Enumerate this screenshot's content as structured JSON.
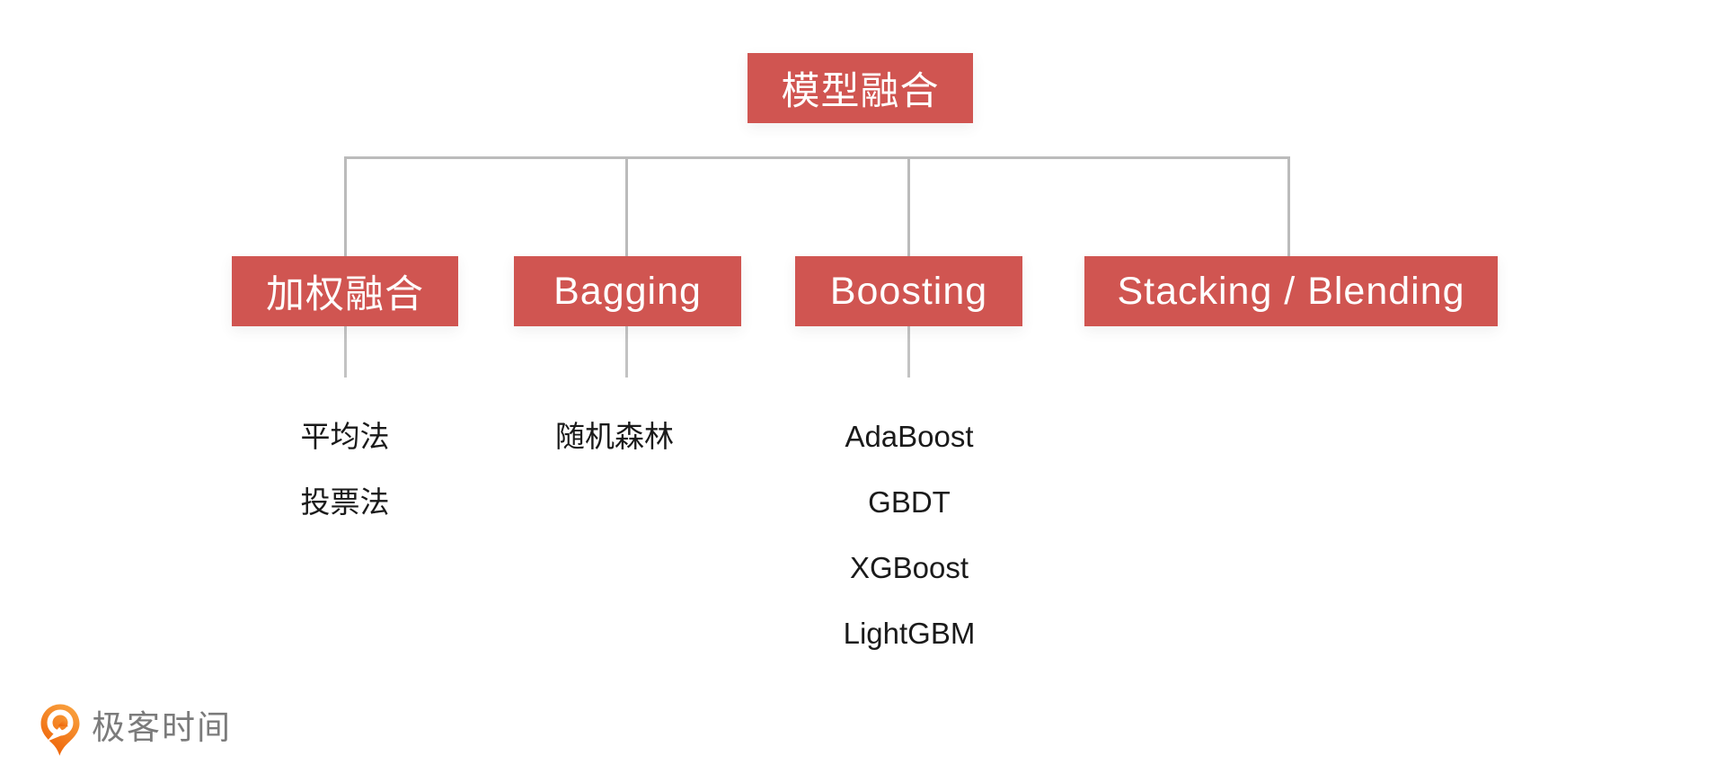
{
  "root": {
    "label": "模型融合"
  },
  "branches": [
    {
      "label": "加权融合",
      "children": [
        "平均法",
        "投票法"
      ]
    },
    {
      "label": "Bagging",
      "children": [
        "随机森林"
      ]
    },
    {
      "label": "Boosting",
      "children": [
        "AdaBoost",
        "GBDT",
        "XGBoost",
        "LightGBM"
      ]
    },
    {
      "label": "Stacking / Blending",
      "children": []
    }
  ],
  "colors": {
    "node_background": "#d05551",
    "node_text": "#ffffff",
    "connector": "#bbbbbb",
    "leaf_text": "#1a1a1a",
    "logo_text": "#7b7b7b",
    "logo_orange_light": "#f9a13e",
    "logo_orange_dark": "#ed5f05"
  },
  "logo": {
    "text": "极客时间",
    "icon": "geektime-pin-icon"
  }
}
